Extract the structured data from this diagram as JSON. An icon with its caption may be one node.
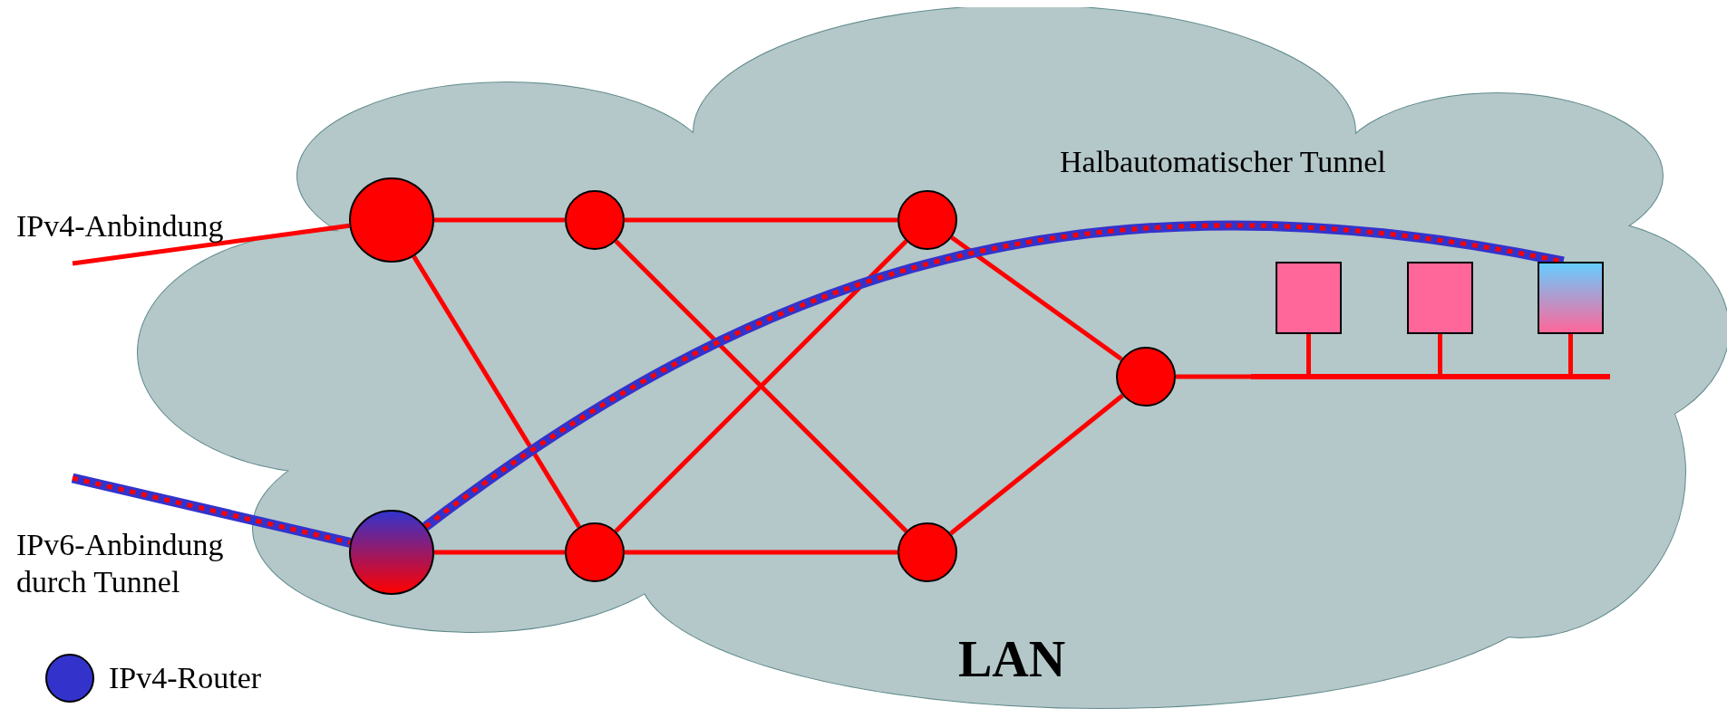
{
  "diagram": {
    "nodes": [
      {
        "text": [
          "LAN"
        ]
      },
      {
        "text": [],
        "shape": "circle",
        "in": 0
      },
      {
        "text": [],
        "shape": "circle",
        "in": 0
      },
      {
        "text": [],
        "shape": "circle",
        "in": 0
      },
      {
        "text": [],
        "shape": "circle",
        "in": 0
      },
      {
        "text": [],
        "shape": "circle",
        "in": 0
      },
      {
        "text": [],
        "shape": "circle",
        "in": 0
      },
      {
        "text": [],
        "shape": "circle",
        "in": 0
      },
      {
        "text": [],
        "shape": "bar",
        "in": 0
      },
      {
        "text": [],
        "shape": "box",
        "in": 0
      },
      {
        "text": [],
        "shape": "box",
        "in": 0
      },
      {
        "text": [],
        "shape": "box",
        "in": 0
      }
    ],
    "edges": [
      {
        "from": 1,
        "to": 2,
        "arrow": "none"
      },
      {
        "from": 2,
        "to": 3,
        "arrow": "none"
      },
      {
        "from": 1,
        "to": 5,
        "arrow": "none"
      },
      {
        "from": 2,
        "to": 6,
        "arrow": "none"
      },
      {
        "from": 3,
        "to": 5,
        "arrow": "none"
      },
      {
        "from": 3,
        "to": 7,
        "arrow": "none"
      },
      {
        "from": 4,
        "to": 5,
        "arrow": "none"
      },
      {
        "from": 5,
        "to": 6,
        "arrow": "none"
      },
      {
        "from": 6,
        "to": 7,
        "arrow": "none"
      },
      {
        "from": 7,
        "to": 8,
        "arrow": "none"
      },
      {
        "from": 9,
        "to": 8,
        "arrow": "none"
      },
      {
        "from": 10,
        "to": 8,
        "arrow": "none"
      },
      {
        "from": 11,
        "to": 8,
        "arrow": "none"
      },
      {
        "from": null,
        "to": 1,
        "arrow": "none"
      },
      {
        "from": null,
        "to": 4,
        "arrow": "none",
        "style": "thick",
        "color": "#3333cc"
      },
      {
        "from": 4,
        "to": 11,
        "arrow": "none",
        "label": "Halbautomatischer Tunnel",
        "style": "thick",
        "color": "#3333cc"
      }
    ],
    "labels": [
      "IPv4-Anbindung",
      "IPv6-Anbindung durch Tunnel"
    ],
    "legend": [
      {
        "text": "IPv4-Router",
        "color": "#3333cc"
      }
    ]
  }
}
